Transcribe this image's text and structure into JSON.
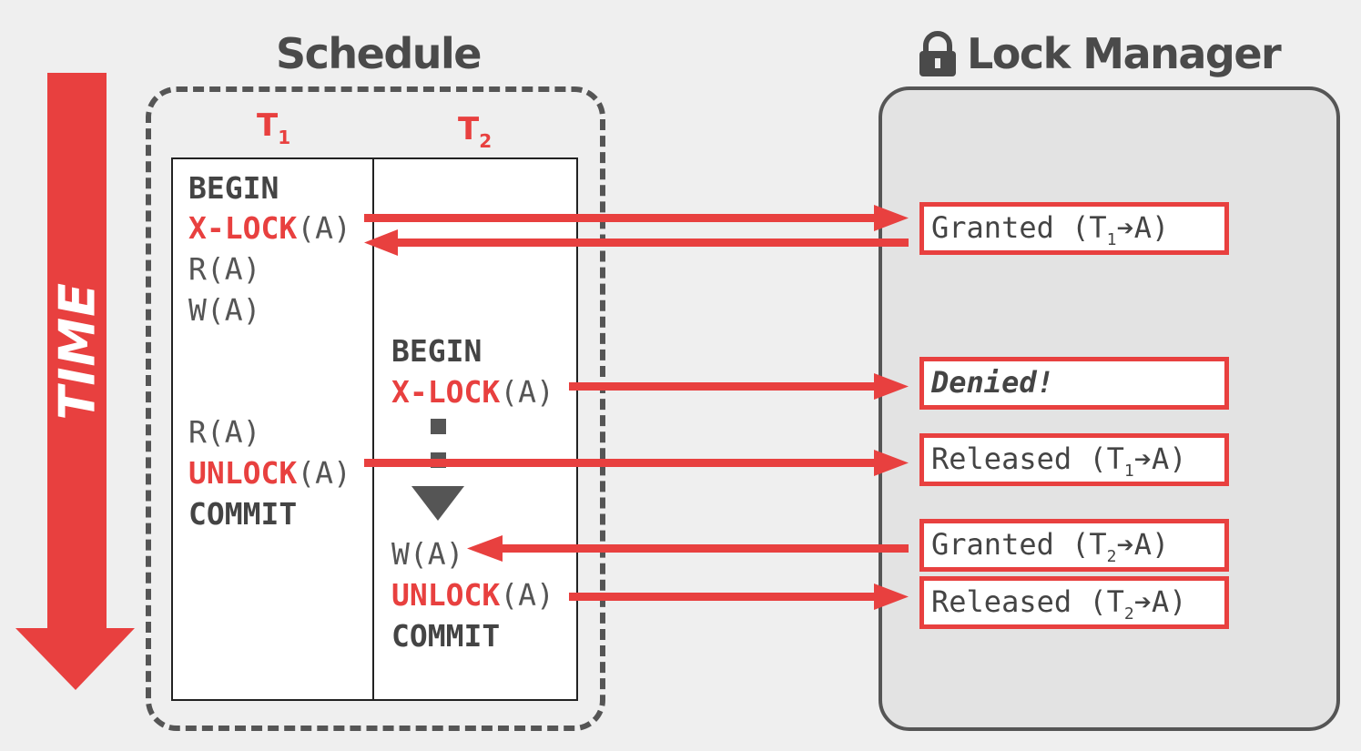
{
  "schedule": {
    "title": "Schedule",
    "t1": {
      "label": "T",
      "sub": "1"
    },
    "t2": {
      "label": "T",
      "sub": "2"
    },
    "t1_ops": {
      "begin": "BEGIN",
      "xlock_kw": "X-LOCK",
      "xlock_arg": "(A)",
      "read1": "R(A)",
      "write1": "W(A)",
      "read2": "R(A)",
      "unlock_kw": "UNLOCK",
      "unlock_arg": "(A)",
      "commit": "COMMIT"
    },
    "t2_ops": {
      "begin": "BEGIN",
      "xlock_kw": "X-LOCK",
      "xlock_arg": "(A)",
      "write": "W(A)",
      "unlock_kw": "UNLOCK",
      "unlock_arg": "(A)",
      "commit": "COMMIT"
    }
  },
  "time_label": "TIME",
  "lock_manager": {
    "title": "Lock Manager",
    "icon": "lock-icon",
    "messages": [
      {
        "pre": "Granted (T",
        "sub": "1",
        "post": "➔A)"
      },
      {
        "text": "Denied!"
      },
      {
        "pre": "Released (T",
        "sub": "1",
        "post": "➔A)"
      },
      {
        "pre": "Granted (T",
        "sub": "2",
        "post": "➔A)"
      },
      {
        "pre": "Released (T",
        "sub": "2",
        "post": "➔A)"
      }
    ]
  },
  "colors": {
    "accent": "#e8403f",
    "dark": "#555555",
    "panel": "#e3e3e3"
  }
}
